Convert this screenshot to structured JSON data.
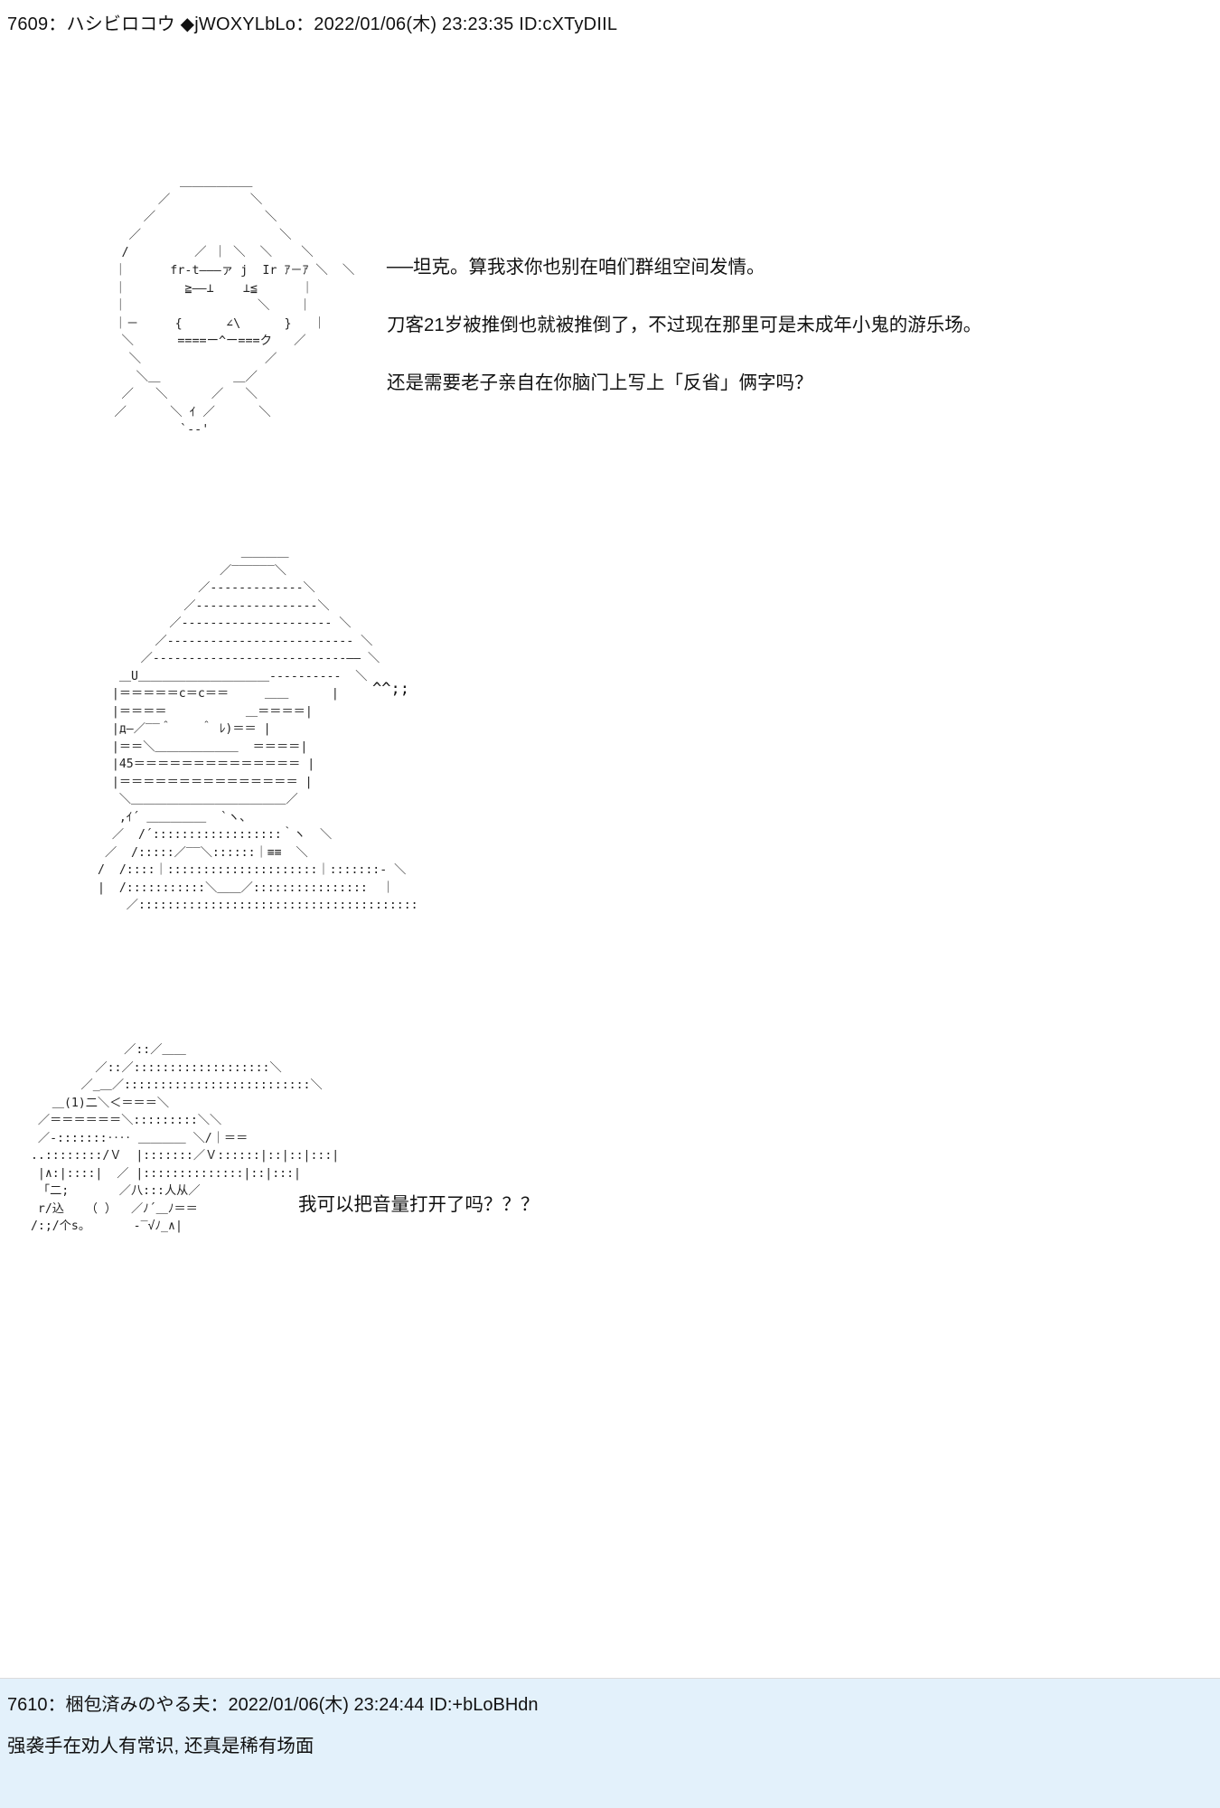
{
  "page": {
    "background_color": "#ffffff",
    "post2_background_color": "#e3f1fb",
    "text_color": "#111111"
  },
  "post1": {
    "number": "7609",
    "sep1": "：",
    "name": "ハシビロコウ",
    "diamond_icon": "◆",
    "trip": "jWOXYLbLo",
    "sep2": "：",
    "datetime": "2022/01/06(木) 23:23:35",
    "id": "ID:cXTyDIIL",
    "header_full": "7609：ハシビロコウ ◆jWOXYLbLo：2022/01/06(木) 23:23:35 ID:cXTyDIIL",
    "art1": "                 ＿＿＿＿＿＿\n              ／           ＼\n            ／               ＼\n          ／                   ＼\n         /         ／ ｜ ＼  ＼    ＼\n        ｜      fr-t―――ァ j  Ir ｱ－ｱ ＼  ＼\n        ｜        ≧――⊥    ⊥≦      ｜\n        ｜                  ＼    ｜\n        ｜－     {      ∠\\      }   ｜\n         ＼      ====ー^ー===ク   ／\n          ＼                 ／\n           ＼＿          ＿／\n         ／   ＼      ／   ＼\n        ／      ＼ ｲ ／      ＼\n                 `-‐'",
    "line1": "──坦克。算我求你也别在咱们群组空间发情。",
    "line2": "刀客21岁被推倒也就被推倒了，不过现在那里可是未成年小鬼的游乐场。",
    "line3": "还是需要老子亲自在你脑门上写上「反省」俩字吗？",
    "art2": "                    ＿＿＿＿\n                 ／‾‾‾‾‾‾＼\n              ／-------------＼\n            ／-----------------＼\n          ／--------------------- ＼\n        ／-------------------------- ＼\n      ／---------------------------―― ＼\n   ＿U＿＿＿＿＿＿＿＿＿＿＿----------  ＼\n  |＝＝＝＝＝c＝c＝＝     ＿＿      |\n  |＝＝＝＝           ＿＝＝＝＝|\n  |д―／‾‾＾    ＾ ﾚ)＝＝ |\n  |＝＝＼＿＿＿＿＿＿＿  ＝＝＝＝|\n  |45＝＝＝＝＝＝＝＝＝＝＝＝＝＝ |\n  |＝＝＝＝＝＝＝＝＝＝＝＝＝＝＝ |\n   ＼＿＿＿＿＿＿＿＿＿＿＿＿＿／\n   ,ｲ´ ＿＿＿＿＿  `ヽ、\n  ／  /´::::::::::::::::::｀ヽ  ＼\n ／  /:::::／‾‾＼::::::｜≡≡  ＼\n/  /::::｜:::::::::::::::::::::｜:::::::- ＼\n|  /:::::::::::＼＿＿／::::::::::::::::  ｜\n    ／:::::::::::::::::::::::::::::::::::::::",
    "side_note": "^^;;",
    "art3": "              ／::／＿＿\n          ／::／:::::::::::::::::::＼\n        ／_＿／::::::::::::::::::::::::::＼\n    ＿(1)二＼＜＝＝＝＼\n  ／＝＝＝＝＝＝＼:::::::::＼＼\n  ／-:::::::‥‥ ＿＿＿＿ ＼/｜＝＝\n ..::::::::/Ｖ  |:::::::／Ｖ::::::|::|::|:::|\n  |∧:|::::|  ／ |::::::::::::::|::|:::|\n  「二;       ／八:::人从／\n  r/込   （ ）  ／ﾉ´＿ﾉ＝＝\n /:;/个s。      -‾√ﾉ_∧|",
    "line4": "我可以把音量打开了吗？？？"
  },
  "post2": {
    "number": "7610",
    "name": "梱包済みのやる夫",
    "datetime": "2022/01/06(木) 23:24:44",
    "id": "ID:+bLoBHdn",
    "header_full": "7610：梱包済みのやる夫：2022/01/06(木) 23:24:44 ID:+bLoBHdn",
    "body": "强袭手在劝人有常识, 还真是稀有场面"
  }
}
